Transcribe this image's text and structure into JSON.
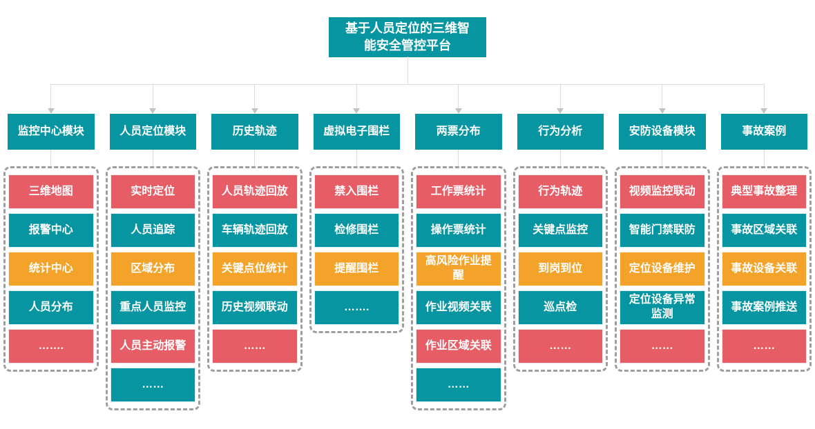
{
  "root": {
    "title": "基于人员定位的三维智能安全管控平台"
  },
  "colors": {
    "teal": "#0895A2",
    "red": "#E65D66",
    "orange": "#F3A32A",
    "connector_line": "#DCDCDC",
    "arrow": "#C2C2C2",
    "dashed_border": "#9E9E9E"
  },
  "columns": [
    {
      "title": "监控中心模块",
      "items": [
        {
          "label": "三维地图",
          "color": "red"
        },
        {
          "label": "报警中心",
          "color": "teal"
        },
        {
          "label": "统计中心",
          "color": "orange"
        },
        {
          "label": "人员分布",
          "color": "teal"
        },
        {
          "label": "…….",
          "color": "red"
        }
      ]
    },
    {
      "title": "人员定位模块",
      "items": [
        {
          "label": "实时定位",
          "color": "red"
        },
        {
          "label": "人员追踪",
          "color": "teal"
        },
        {
          "label": "区域分布",
          "color": "orange"
        },
        {
          "label": "重点人员监控",
          "color": "teal"
        },
        {
          "label": "人员主动报警",
          "color": "red"
        },
        {
          "label": "……",
          "color": "teal"
        }
      ]
    },
    {
      "title": "历史轨迹",
      "items": [
        {
          "label": "人员轨迹回放",
          "color": "red"
        },
        {
          "label": "车辆轨迹回放",
          "color": "teal"
        },
        {
          "label": "关键点位统计",
          "color": "orange"
        },
        {
          "label": "历史视频联动",
          "color": "teal"
        },
        {
          "label": "……",
          "color": "red"
        }
      ]
    },
    {
      "title": "虚拟电子围栏",
      "items": [
        {
          "label": "禁入围栏",
          "color": "red"
        },
        {
          "label": "检修围栏",
          "color": "teal"
        },
        {
          "label": "提醒围栏",
          "color": "orange"
        },
        {
          "label": "…….",
          "color": "teal"
        }
      ]
    },
    {
      "title": "两票分布",
      "items": [
        {
          "label": "工作票统计",
          "color": "red"
        },
        {
          "label": "操作票统计",
          "color": "teal"
        },
        {
          "label": "高风险作业提醒",
          "color": "orange"
        },
        {
          "label": "作业视频关联",
          "color": "teal"
        },
        {
          "label": "作业区域关联",
          "color": "red"
        },
        {
          "label": "……",
          "color": "teal"
        }
      ]
    },
    {
      "title": "行为分析",
      "items": [
        {
          "label": "行为轨迹",
          "color": "red"
        },
        {
          "label": "关键点监控",
          "color": "teal"
        },
        {
          "label": "到岗到位",
          "color": "orange"
        },
        {
          "label": "巡点检",
          "color": "teal"
        },
        {
          "label": "……",
          "color": "red"
        }
      ]
    },
    {
      "title": "安防设备模块",
      "items": [
        {
          "label": "视频监控联动",
          "color": "red"
        },
        {
          "label": "智能门禁联防",
          "color": "teal"
        },
        {
          "label": "定位设备维护",
          "color": "orange"
        },
        {
          "label": "定位设备异常监测",
          "color": "teal"
        },
        {
          "label": "……",
          "color": "red"
        }
      ]
    },
    {
      "title": "事故案例",
      "items": [
        {
          "label": "典型事故整理",
          "color": "red"
        },
        {
          "label": "事故区域关联",
          "color": "teal"
        },
        {
          "label": "事故设备关联",
          "color": "orange"
        },
        {
          "label": "事故案例推送",
          "color": "teal"
        },
        {
          "label": "……",
          "color": "red"
        }
      ]
    }
  ]
}
